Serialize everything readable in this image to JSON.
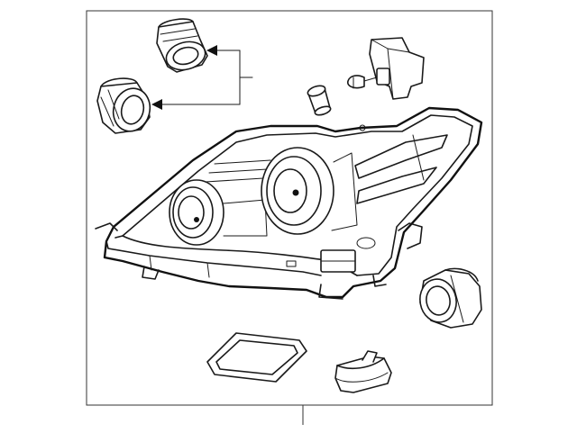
{
  "diagram": {
    "colors": {
      "line": "#1a1a1a",
      "background": "#ffffff"
    },
    "parts": [
      {
        "name": "bulb-socket-upper"
      },
      {
        "name": "bulb-socket-lower"
      },
      {
        "name": "bulb-with-connector"
      },
      {
        "name": "small-bulb"
      },
      {
        "name": "headlamp-assembly"
      },
      {
        "name": "side-socket"
      },
      {
        "name": "gasket"
      },
      {
        "name": "cap"
      }
    ]
  }
}
